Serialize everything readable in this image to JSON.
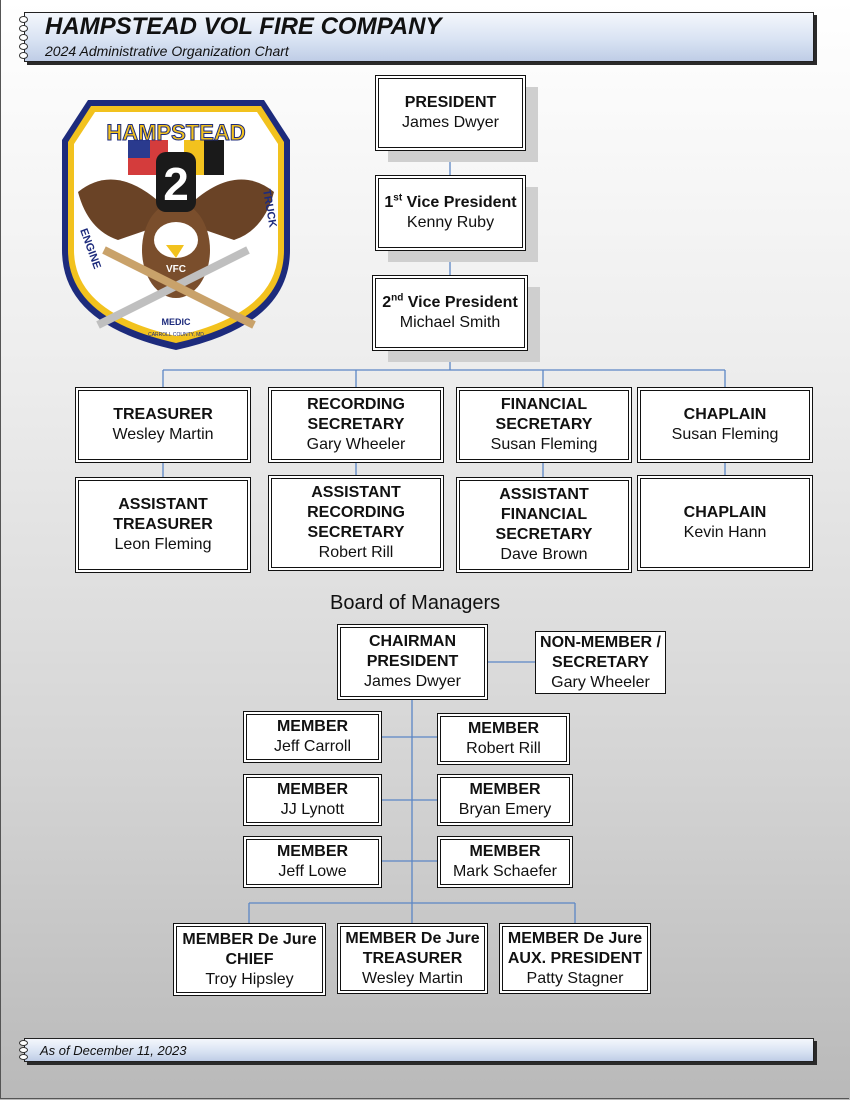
{
  "header": {
    "title": "HAMPSTEAD VOL FIRE COMPANY",
    "subtitle": "2024 Administrative Organization Chart"
  },
  "footer": {
    "text": "As of December 11, 2023"
  },
  "logo": {
    "top_text": "HAMPSTEAD",
    "left_text": "ENGINE",
    "right_text": "TRUCK",
    "number": "2",
    "center_text": "VFC",
    "bottom_text": "MEDIC",
    "county_text": "CARROLL COUNTY, MD"
  },
  "officers": {
    "president": {
      "role": "PRESIDENT",
      "name": "James Dwyer"
    },
    "vp1": {
      "role_num": "1",
      "role_sup": "st",
      "role_rest": " Vice President",
      "name": "Kenny Ruby"
    },
    "vp2": {
      "role_num": "2",
      "role_sup": "nd",
      "role_rest": " Vice President",
      "name": "Michael Smith"
    },
    "treasurer": {
      "role": "TREASURER",
      "name": "Wesley Martin"
    },
    "recording_secretary": {
      "role_line1": "RECORDING",
      "role_line2": "SECRETARY",
      "name": "Gary Wheeler"
    },
    "financial_secretary": {
      "role_line1": "FINANCIAL",
      "role_line2": "SECRETARY",
      "name": "Susan Fleming"
    },
    "chaplain1": {
      "role": "CHAPLAIN",
      "name": "Susan Fleming"
    },
    "asst_treasurer": {
      "role_line1": "ASSISTANT",
      "role_line2": "TREASURER",
      "name": "Leon Fleming"
    },
    "asst_recording_secretary": {
      "role_line1": "ASSISTANT",
      "role_line2": "RECORDING",
      "role_line3": "SECRETARY",
      "name": "Robert Rill"
    },
    "asst_financial_secretary": {
      "role_line1": "ASSISTANT",
      "role_line2": "FINANCIAL",
      "role_line3": "SECRETARY",
      "name": "Dave Brown"
    },
    "chaplain2": {
      "role": "CHAPLAIN",
      "name": "Kevin Hann"
    }
  },
  "board": {
    "title": "Board of Managers",
    "chairman": {
      "role_line1": "CHAIRMAN",
      "role_line2": "PRESIDENT",
      "name": "James Dwyer"
    },
    "secretary": {
      "role_line1": "NON-MEMBER /",
      "role_line2": "SECRETARY",
      "name": "Gary Wheeler"
    },
    "members": [
      {
        "role": "MEMBER",
        "name": "Jeff Carroll"
      },
      {
        "role": "MEMBER",
        "name": "Robert Rill"
      },
      {
        "role": "MEMBER",
        "name": "JJ Lynott"
      },
      {
        "role": "MEMBER",
        "name": "Bryan Emery"
      },
      {
        "role": "MEMBER",
        "name": "Jeff Lowe"
      },
      {
        "role": "MEMBER",
        "name": "Mark Schaefer"
      }
    ],
    "dejure": [
      {
        "role_line1": "MEMBER De Jure",
        "role_line2": "CHIEF",
        "name": "Troy Hipsley"
      },
      {
        "role_line1": "MEMBER De Jure",
        "role_line2": "TREASURER",
        "name": "Wesley Martin"
      },
      {
        "role_line1": "MEMBER De Jure",
        "role_line2": "AUX. PRESIDENT",
        "name": "Patty Stagner"
      }
    ]
  },
  "colors": {
    "connector": "#5b86c5",
    "banner_end": "#bfcde6"
  }
}
